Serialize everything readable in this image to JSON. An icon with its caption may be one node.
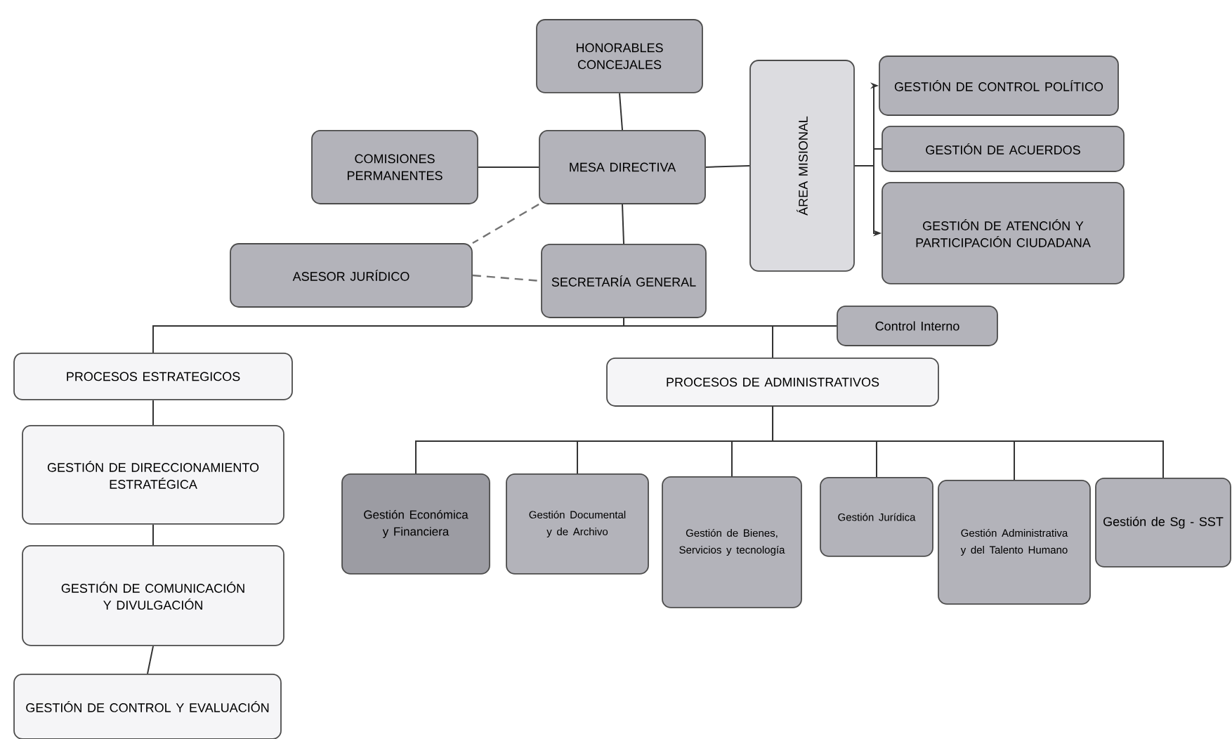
{
  "diagram": {
    "nodes": [
      {
        "text": [
          "HONORABLES CONCEJALES"
        ]
      },
      {
        "text": [
          "COMISIONES PERMANENTES"
        ]
      },
      {
        "text": [
          "MESA DIRECTIVA"
        ]
      },
      {
        "text": [
          "ÁREA MISIONAL"
        ]
      },
      {
        "text": [
          "GESTIÓN DE CONTROL POLÍTICO"
        ]
      },
      {
        "text": [
          "GESTIÓN DE ACUERDOS"
        ]
      },
      {
        "text": [
          "GESTIÓN DE ATENCIÓN Y PARTICIPACIÓN CIUDADANA"
        ]
      },
      {
        "text": [
          "ASESOR JURÍDICO"
        ]
      },
      {
        "text": [
          "SECRETARÍA GENERAL"
        ]
      },
      {
        "text": [
          "Control Interno"
        ]
      },
      {
        "text": [
          "PROCESOS ESTRATEGICOS"
        ]
      },
      {
        "text": [
          "PROCESOS DE ADMINISTRATIVOS"
        ]
      },
      {
        "text": [
          "GESTIÓN DE DIRECCIONAMIENTO ESTRATÉGICA"
        ]
      },
      {
        "text": [
          "GESTIÓN DE COMUNICACIÓN Y DIVULGACIÓN"
        ]
      },
      {
        "text": [
          "GESTIÓN DE CONTROL Y EVALUACIÓN"
        ]
      },
      {
        "text": [
          "Gestión Económica y Financiera"
        ]
      },
      {
        "text": [
          "Gestión Documental y de Archivo"
        ]
      },
      {
        "text": [
          "Gestión de Bienes, Servicios y tecnología"
        ]
      },
      {
        "text": [
          "Gestión Jurídica"
        ]
      },
      {
        "text": [
          "Gestión Administrativa y del Talento Humano"
        ]
      },
      {
        "text": [
          "Gestión de Sg - SST"
        ]
      }
    ],
    "edges": [
      {
        "from": 0,
        "to": 2,
        "arrow": "none"
      },
      {
        "from": 1,
        "to": 2,
        "arrow": "none"
      },
      {
        "from": 2,
        "to": 3,
        "arrow": "none"
      },
      {
        "from": 3,
        "to": 4,
        "arrow": "to"
      },
      {
        "from": 3,
        "to": 5,
        "arrow": "none"
      },
      {
        "from": 3,
        "to": 6,
        "arrow": "to"
      },
      {
        "from": 2,
        "to": 7,
        "arrow": "none",
        "style": "dashed"
      },
      {
        "from": 7,
        "to": 8,
        "arrow": "none",
        "style": "dashed"
      },
      {
        "from": 2,
        "to": 8,
        "arrow": "none"
      },
      {
        "from": 8,
        "to": 10,
        "arrow": "none"
      },
      {
        "from": 8,
        "to": 11,
        "arrow": "none"
      },
      {
        "from": 8,
        "to": 9,
        "arrow": "none"
      },
      {
        "from": 10,
        "to": 12,
        "arrow": "none"
      },
      {
        "from": 12,
        "to": 13,
        "arrow": "none"
      },
      {
        "from": 13,
        "to": 14,
        "arrow": "none"
      },
      {
        "from": 11,
        "to": 15,
        "arrow": "none"
      },
      {
        "from": 11,
        "to": 16,
        "arrow": "none"
      },
      {
        "from": 11,
        "to": 17,
        "arrow": "none"
      },
      {
        "from": 11,
        "to": 18,
        "arrow": "none"
      },
      {
        "from": 11,
        "to": 19,
        "arrow": "none"
      },
      {
        "from": 11,
        "to": 20,
        "arrow": "none"
      }
    ]
  }
}
